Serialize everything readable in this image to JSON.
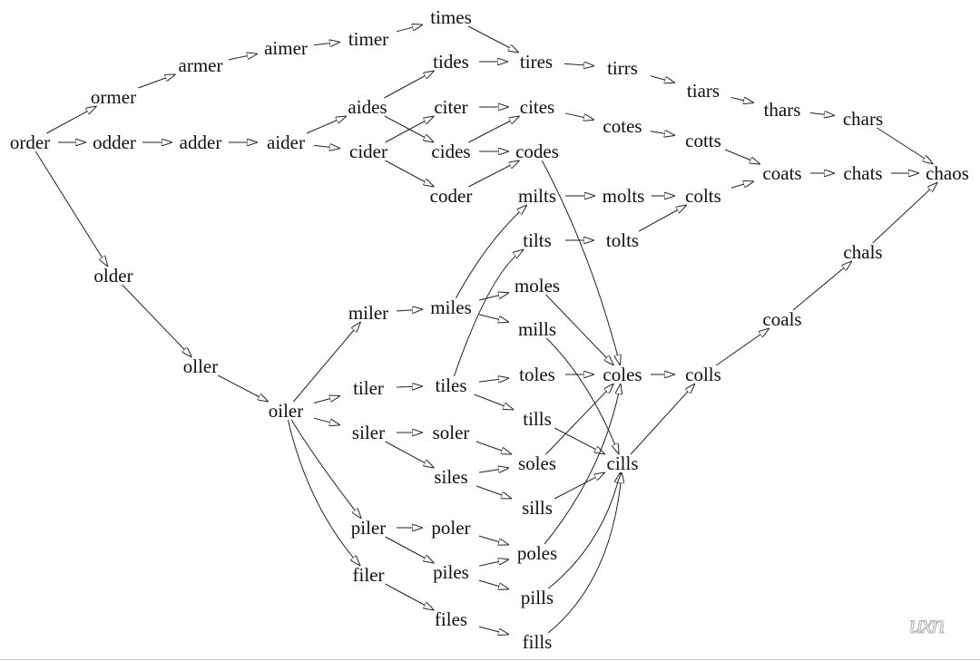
{
  "graph": {
    "nodes": [
      {
        "id": "order"
      },
      {
        "id": "ormer"
      },
      {
        "id": "odder"
      },
      {
        "id": "older"
      },
      {
        "id": "armer"
      },
      {
        "id": "aimer"
      },
      {
        "id": "timer"
      },
      {
        "id": "times"
      },
      {
        "id": "adder"
      },
      {
        "id": "aider"
      },
      {
        "id": "aides"
      },
      {
        "id": "cider"
      },
      {
        "id": "tides"
      },
      {
        "id": "tires"
      },
      {
        "id": "tirrs"
      },
      {
        "id": "tiars"
      },
      {
        "id": "thars"
      },
      {
        "id": "chars"
      },
      {
        "id": "chaos"
      },
      {
        "id": "citer"
      },
      {
        "id": "cites"
      },
      {
        "id": "cides"
      },
      {
        "id": "codes"
      },
      {
        "id": "coder"
      },
      {
        "id": "cotes"
      },
      {
        "id": "cotts"
      },
      {
        "id": "coats"
      },
      {
        "id": "chats"
      },
      {
        "id": "milts"
      },
      {
        "id": "molts"
      },
      {
        "id": "colts"
      },
      {
        "id": "tilts"
      },
      {
        "id": "tolts"
      },
      {
        "id": "chals"
      },
      {
        "id": "coals"
      },
      {
        "id": "oller"
      },
      {
        "id": "oiler"
      },
      {
        "id": "miler"
      },
      {
        "id": "miles"
      },
      {
        "id": "moles"
      },
      {
        "id": "mills"
      },
      {
        "id": "tiler"
      },
      {
        "id": "tiles"
      },
      {
        "id": "toles"
      },
      {
        "id": "coles"
      },
      {
        "id": "colls"
      },
      {
        "id": "tills"
      },
      {
        "id": "cills"
      },
      {
        "id": "siler"
      },
      {
        "id": "soler"
      },
      {
        "id": "siles"
      },
      {
        "id": "soles"
      },
      {
        "id": "sills"
      },
      {
        "id": "piler"
      },
      {
        "id": "poler"
      },
      {
        "id": "piles"
      },
      {
        "id": "poles"
      },
      {
        "id": "pills"
      },
      {
        "id": "filer"
      },
      {
        "id": "files"
      },
      {
        "id": "fills"
      }
    ],
    "edges": [
      [
        "order",
        "ormer"
      ],
      [
        "order",
        "odder"
      ],
      [
        "order",
        "older"
      ],
      [
        "ormer",
        "armer"
      ],
      [
        "armer",
        "aimer"
      ],
      [
        "aimer",
        "timer"
      ],
      [
        "timer",
        "times"
      ],
      [
        "times",
        "tires"
      ],
      [
        "odder",
        "adder"
      ],
      [
        "adder",
        "aider"
      ],
      [
        "aider",
        "aides"
      ],
      [
        "aider",
        "cider"
      ],
      [
        "aides",
        "tides"
      ],
      [
        "aides",
        "cides"
      ],
      [
        "tides",
        "tires"
      ],
      [
        "tires",
        "tirrs"
      ],
      [
        "tirrs",
        "tiars"
      ],
      [
        "tiars",
        "thars"
      ],
      [
        "thars",
        "chars"
      ],
      [
        "chars",
        "chaos"
      ],
      [
        "cider",
        "citer"
      ],
      [
        "cider",
        "coder"
      ],
      [
        "citer",
        "cites"
      ],
      [
        "cides",
        "cites"
      ],
      [
        "cides",
        "codes"
      ],
      [
        "coder",
        "codes"
      ],
      [
        "cites",
        "cotes"
      ],
      [
        "cotes",
        "cotts"
      ],
      [
        "cotts",
        "coats"
      ],
      [
        "coats",
        "chats"
      ],
      [
        "chats",
        "chaos"
      ],
      [
        "codes",
        "coles"
      ],
      [
        "milts",
        "molts"
      ],
      [
        "molts",
        "colts"
      ],
      [
        "colts",
        "coats"
      ],
      [
        "tilts",
        "tolts"
      ],
      [
        "tolts",
        "colts"
      ],
      [
        "coals",
        "chals"
      ],
      [
        "chals",
        "chaos"
      ],
      [
        "older",
        "oller"
      ],
      [
        "oller",
        "oiler"
      ],
      [
        "oiler",
        "miler"
      ],
      [
        "oiler",
        "tiler"
      ],
      [
        "oiler",
        "siler"
      ],
      [
        "oiler",
        "piler"
      ],
      [
        "oiler",
        "filer"
      ],
      [
        "miler",
        "miles"
      ],
      [
        "miles",
        "milts"
      ],
      [
        "miles",
        "moles"
      ],
      [
        "miles",
        "mills"
      ],
      [
        "moles",
        "coles"
      ],
      [
        "mills",
        "cills"
      ],
      [
        "tiler",
        "tiles"
      ],
      [
        "tiles",
        "tilts"
      ],
      [
        "tiles",
        "toles"
      ],
      [
        "tiles",
        "tills"
      ],
      [
        "toles",
        "coles"
      ],
      [
        "tills",
        "cills"
      ],
      [
        "coles",
        "colls"
      ],
      [
        "cills",
        "colls"
      ],
      [
        "colls",
        "coals"
      ],
      [
        "siler",
        "soler"
      ],
      [
        "siler",
        "siles"
      ],
      [
        "soler",
        "soles"
      ],
      [
        "siles",
        "soles"
      ],
      [
        "siles",
        "sills"
      ],
      [
        "soles",
        "coles"
      ],
      [
        "sills",
        "cills"
      ],
      [
        "piler",
        "poler"
      ],
      [
        "piler",
        "piles"
      ],
      [
        "poler",
        "poles"
      ],
      [
        "piles",
        "poles"
      ],
      [
        "piles",
        "pills"
      ],
      [
        "poles",
        "coles"
      ],
      [
        "pills",
        "cills"
      ],
      [
        "filer",
        "files"
      ],
      [
        "files",
        "fills"
      ],
      [
        "fills",
        "cills"
      ]
    ]
  },
  "watermark": "uxn"
}
